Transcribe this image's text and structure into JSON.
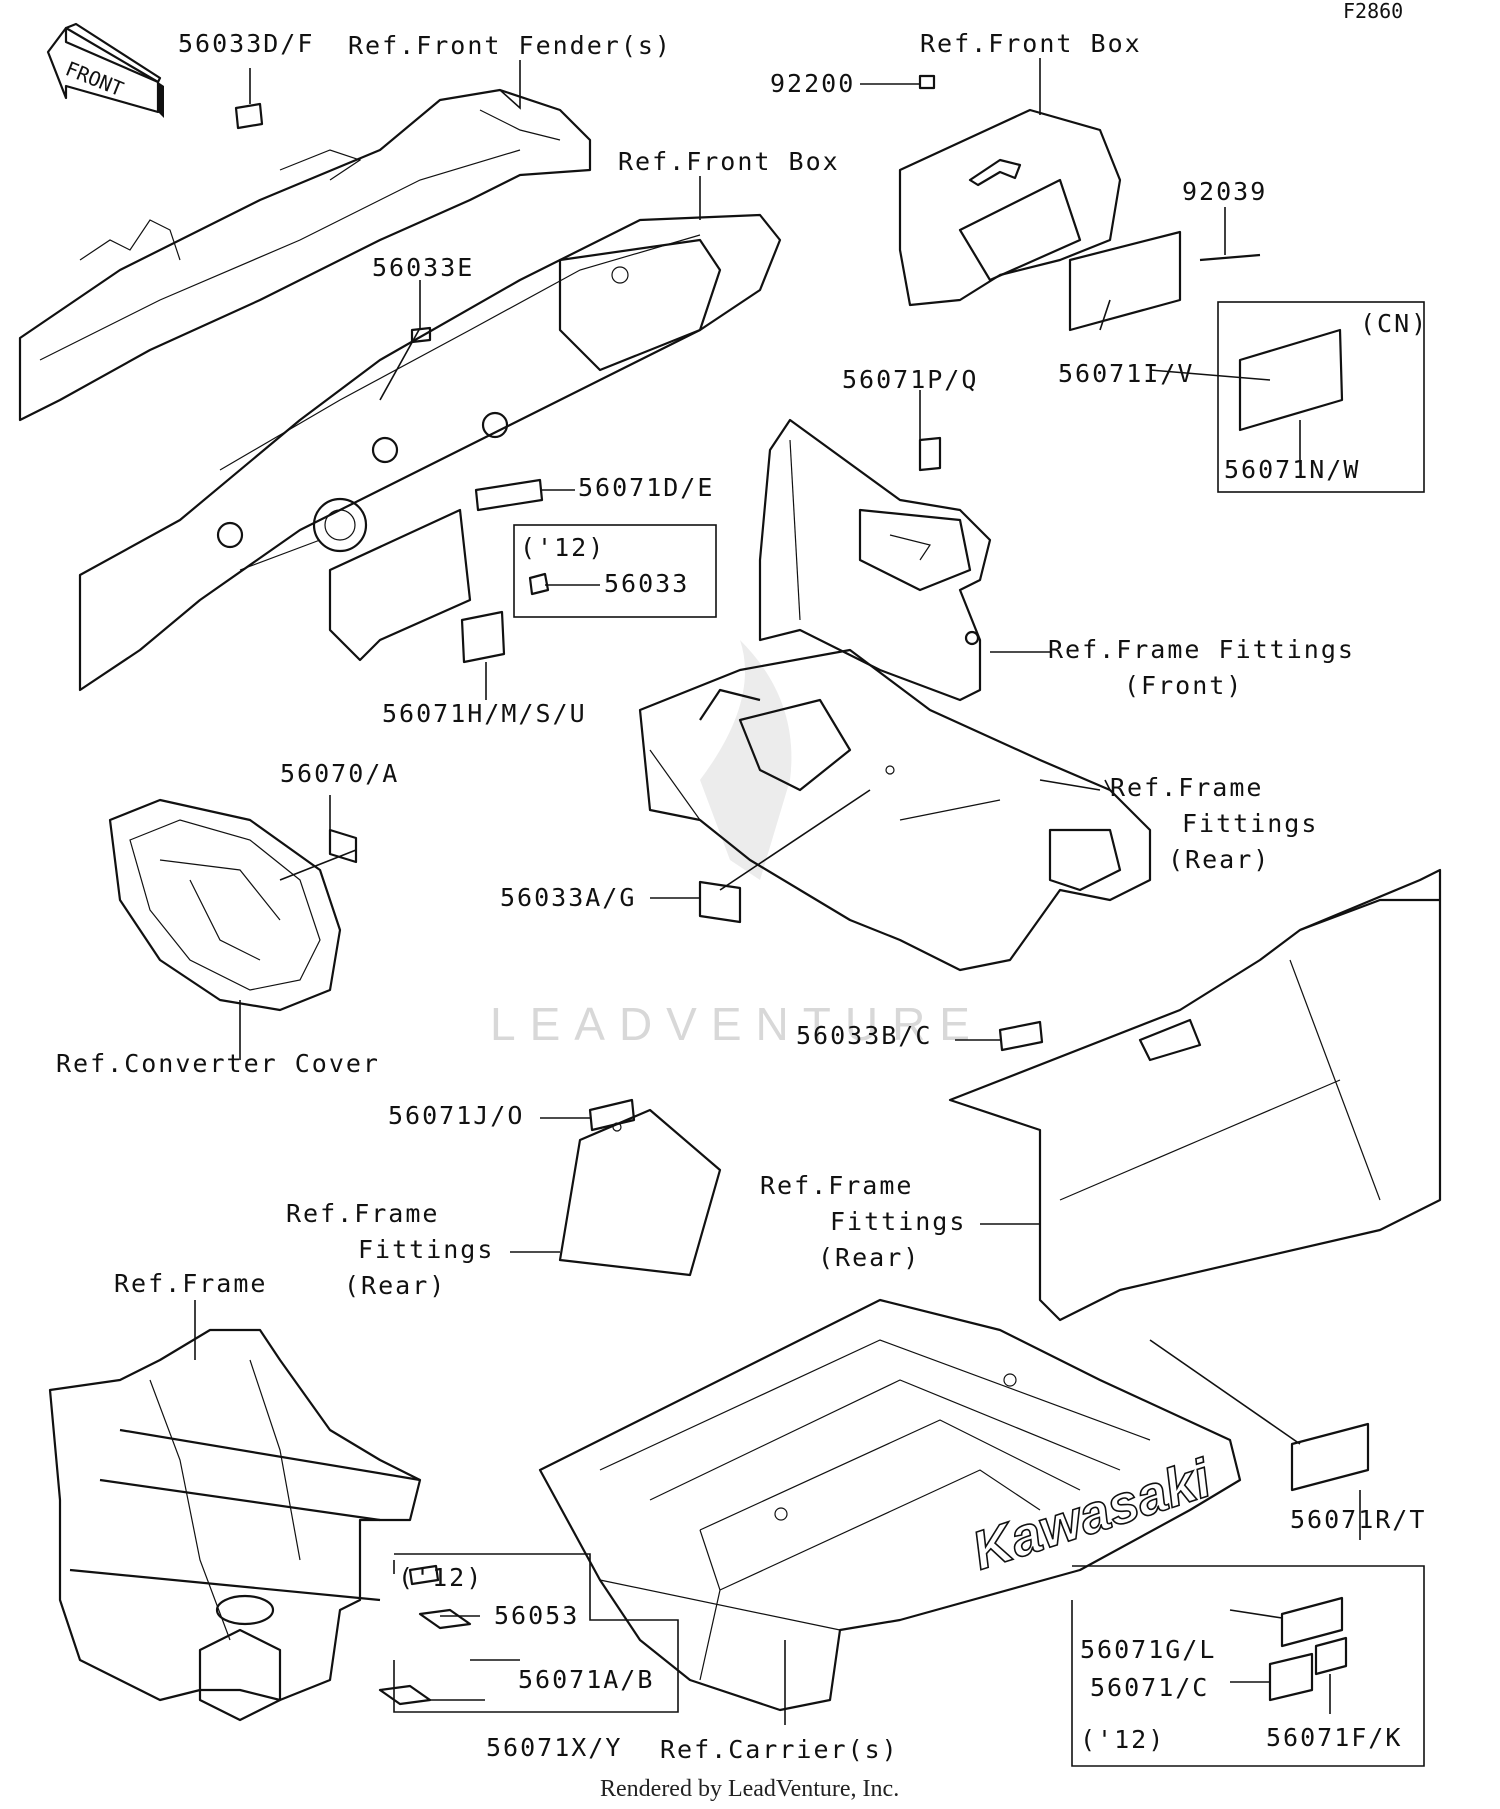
{
  "figure_code": "F2860",
  "direction_arrow": "FRONT",
  "watermark": "LEADVENTURE",
  "brand_mark": "Kawasaki",
  "footer": "Rendered by LeadVenture, Inc.",
  "labels": {
    "p56033DF": "56033D/F",
    "refFrontFender": "Ref.Front Fender(s)",
    "refFrontBoxTop": "Ref.Front Box",
    "p92200": "92200",
    "refFrontBoxMid": "Ref.Front Box",
    "p92039": "92039",
    "p56033E": "56033E",
    "cnLabel": "(CN)",
    "p56071IV": "56071I/V",
    "p56071PQ": "56071P/Q",
    "p56071NW": "56071N/W",
    "p56071DE": "56071D/E",
    "yr12a": "('12)",
    "p56033": "56033",
    "refFrameFittingsFront1": "Ref.Frame Fittings",
    "refFrameFittingsFront2": "(Front)",
    "p56071HMSU": "56071H/M/S/U",
    "p56070A": "56070/A",
    "refFrameFittingsRearA1": "Ref.Frame",
    "refFrameFittingsRearA2": "Fittings",
    "refFrameFittingsRearA3": "(Rear)",
    "p56033AG": "56033A/G",
    "p56033BC": "56033B/C",
    "refConverterCover": "Ref.Converter Cover",
    "p56071JO": "56071J/O",
    "refFrameFittingsRearB1": "Ref.Frame",
    "refFrameFittingsRearB2": "Fittings",
    "refFrameFittingsRearB3": "(Rear)",
    "refFrameFittingsRearC1": "Ref.Frame",
    "refFrameFittingsRearC2": "Fittings",
    "refFrameFittingsRearC3": "(Rear)",
    "refFrame": "Ref.Frame",
    "yr12b": "('12)",
    "p56053": "56053",
    "p56071AB": "56071A/B",
    "p56071XY": "56071X/Y",
    "refCarriers": "Ref.Carrier(s)",
    "p56071RT": "56071R/T",
    "p56071GL": "56071G/L",
    "p56071C": "56071/C",
    "yr12c": "('12)",
    "p56071FK": "56071F/K"
  }
}
